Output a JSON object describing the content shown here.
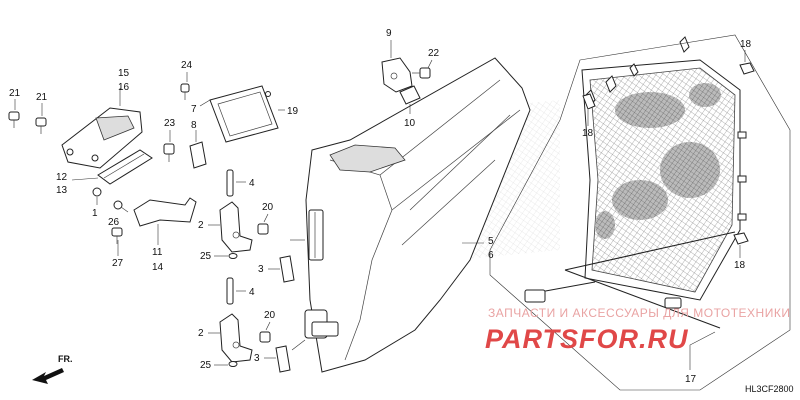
{
  "callouts": {
    "c21a": "21",
    "c21b": "21",
    "c15": "15",
    "c16": "16",
    "c24": "24",
    "c7": "7",
    "c19": "19",
    "c23": "23",
    "c8": "8",
    "c12": "12",
    "c13": "13",
    "c1": "1",
    "c26": "26",
    "c27": "27",
    "c11": "11",
    "c14": "14",
    "c4a": "4",
    "c2a": "2",
    "c20a": "20",
    "c25a": "25",
    "c3a": "3",
    "c4b": "4",
    "c2b": "2",
    "c20b": "20",
    "c25b": "25",
    "c3b": "3",
    "c9": "9",
    "c22": "22",
    "c10": "10",
    "c5": "5",
    "c6": "6",
    "c18a": "18",
    "c18b": "18",
    "c18c": "18",
    "c17": "17"
  },
  "direction_label": "FR.",
  "diagram_code": "HL3CF2800",
  "watermark": {
    "line1": "ЗАПЧАСТИ И АКСЕССУАРЫ ДЛЯ МОТОТЕХНИКИ",
    "line2": "PARTSFOR.RU"
  }
}
